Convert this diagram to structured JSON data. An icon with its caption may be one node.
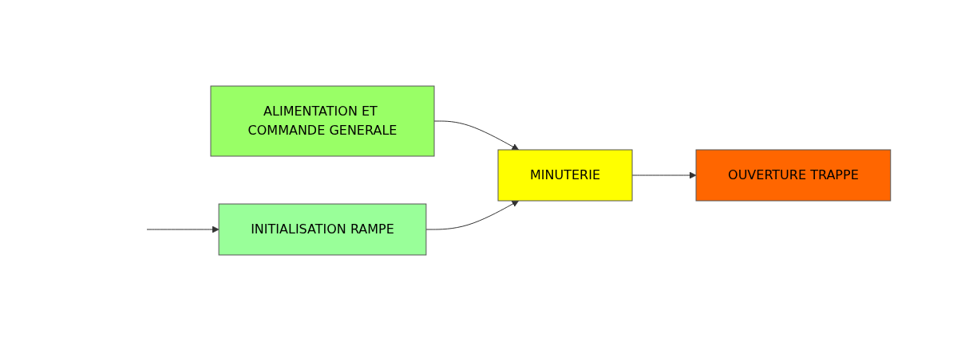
{
  "diagram": {
    "nodes": [
      {
        "text": [
          "ALIMENTATION ET COMMANDE GENERALE"
        ]
      },
      {
        "text": [
          "MINUTERIE"
        ]
      },
      {
        "text": [
          "OUVERTURE TRAPPE"
        ]
      },
      {
        "text": [
          "INITIALISATION RAMPE"
        ]
      }
    ],
    "edges": [
      {
        "from": 0,
        "to": 1,
        "arrow": "to"
      },
      {
        "from": 1,
        "to": 2,
        "arrow": "to"
      },
      {
        "from": 3,
        "to": 1,
        "arrow": "to"
      },
      {
        "from": null,
        "to": 3,
        "arrow": "to"
      }
    ]
  }
}
